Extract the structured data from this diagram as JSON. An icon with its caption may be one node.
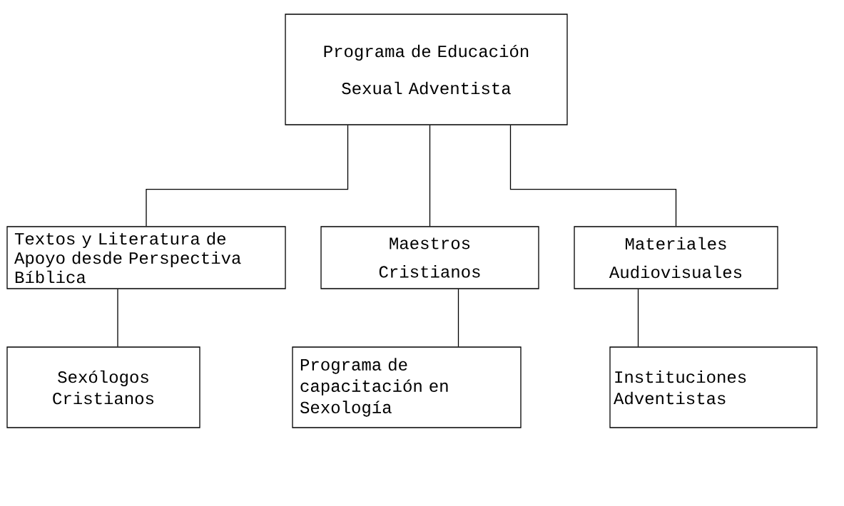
{
  "diagram": {
    "nodes": [
      {
        "text": [
          "Programa de Educación Sexual Adventista"
        ]
      },
      {
        "text": [
          "Textos y Literatura de Apoyo desde Perspectiva Bíblica"
        ]
      },
      {
        "text": [
          "Maestros Cristianos"
        ]
      },
      {
        "text": [
          "Materiales Audiovisuales"
        ]
      },
      {
        "text": [
          "Sexólogos Cristianos"
        ]
      },
      {
        "text": [
          "Programa de capacitación en Sexología"
        ]
      },
      {
        "text": [
          "Instituciones Adventistas"
        ]
      }
    ],
    "edges": [
      {
        "from": 0,
        "to": 1,
        "arrow": "none"
      },
      {
        "from": 0,
        "to": 2,
        "arrow": "none"
      },
      {
        "from": 0,
        "to": 3,
        "arrow": "none"
      },
      {
        "from": 1,
        "to": 4,
        "arrow": "none"
      },
      {
        "from": 2,
        "to": 5,
        "arrow": "none"
      },
      {
        "from": 3,
        "to": 6,
        "arrow": "none"
      }
    ]
  }
}
